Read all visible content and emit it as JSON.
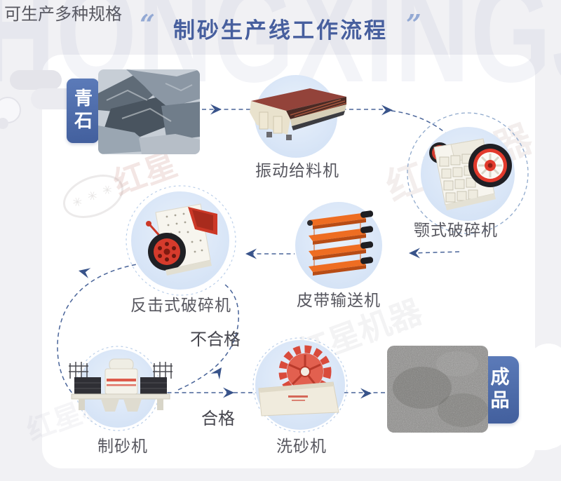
{
  "title": {
    "text": "制砂生产线工作流程",
    "quote_left": "“",
    "quote_right": "”"
  },
  "watermark": {
    "big_text": "HONGXINGJIQI",
    "stamp_short": "红星",
    "stamp_full": "红星机器",
    "stamp_stars": "✳ ✳ ✳"
  },
  "flow": {
    "input_tag": "青石",
    "nodes": [
      {
        "id": "vibrating-feeder",
        "label": "振动给料机"
      },
      {
        "id": "jaw-crusher",
        "label": "颚式破碎机"
      },
      {
        "id": "belt-conveyor",
        "label": "皮带输送机"
      },
      {
        "id": "impact-crusher",
        "label": "反击式破碎机"
      },
      {
        "id": "sand-maker",
        "label": "制砂机"
      },
      {
        "id": "sand-washer",
        "label": "洗砂机"
      }
    ],
    "branch": {
      "unqualified": "不合格",
      "qualified": "合格"
    },
    "output_tag": "成品",
    "output_caption": "可生产多种规格"
  },
  "colors": {
    "accent_blue": "#475f9e",
    "arrow_blue": "#3f5c94",
    "circle_bg": "#d5e3f6",
    "tag_bg": "#425f9d",
    "label_text": "#57575f",
    "machine_red": "#d63b2c",
    "conveyor_orange": "#ee6d22"
  }
}
